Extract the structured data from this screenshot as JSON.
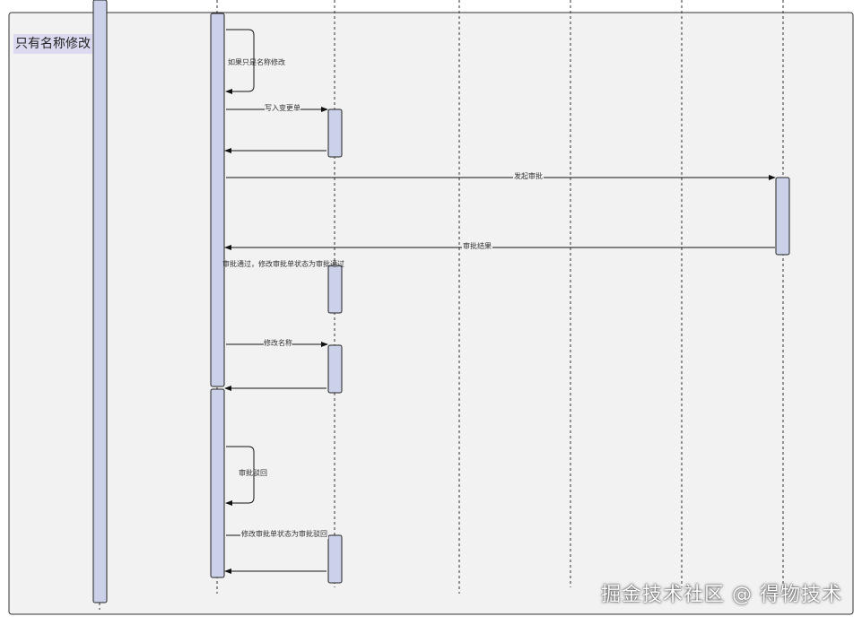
{
  "frame": {
    "label": "只有名称修改"
  },
  "messages": {
    "self_check": "如果只是名称修改",
    "write_change": "写入变更单",
    "start_approval": "发起审批",
    "approval_result": "审批结果",
    "approved_update": "审批通过，修改审批单状态为审批通过",
    "modify_name": "修改名称",
    "approval_rejected": "审批驳回",
    "set_rejected": "修改审批单状态为审批驳回"
  },
  "watermark": "掘金技术社区 @ 得物技术",
  "colors": {
    "activation_fill": "#ccd1ea",
    "frame_fill": "#f2f2f2",
    "frame_label_bg": "#dcdaf0",
    "stroke": "#111111"
  }
}
